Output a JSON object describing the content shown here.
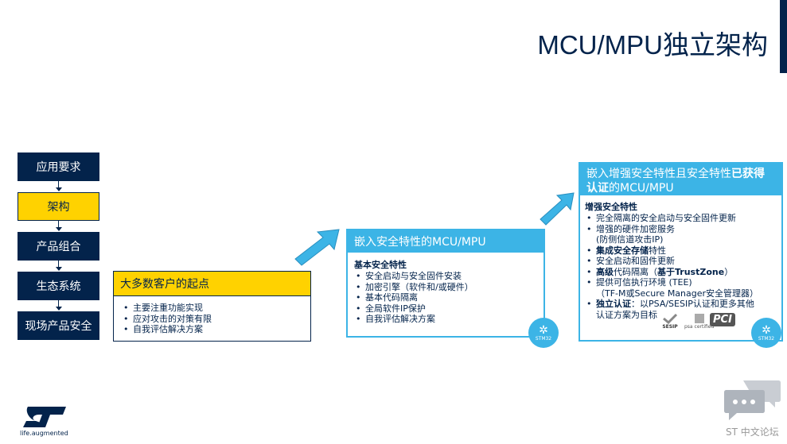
{
  "slide": {
    "title": "MCU/MPU独立架构"
  },
  "steps": [
    {
      "label": "应用要求",
      "active": false
    },
    {
      "label": "架构",
      "active": true
    },
    {
      "label": "产品组合",
      "active": false
    },
    {
      "label": "生态系统",
      "active": false
    },
    {
      "label": "现场产品安全",
      "active": false
    }
  ],
  "box_start": {
    "header": "大多数客户的起点",
    "items": [
      "主要注重功能实现",
      "应对攻击的对策有限",
      "自我评估解决方案"
    ]
  },
  "box_mcu": {
    "header": "嵌入安全特性的MCU/MPU",
    "subtitle": "基本安全特性",
    "items": [
      "安全启动与安全固件安装",
      "加密引擎（软件和/或硬件）",
      "基本代码隔离",
      "全局软件IP保护",
      "自我评估解决方案"
    ],
    "badge": "STM32"
  },
  "box_certified": {
    "header_plain": "嵌入增强安全特性且安全特性",
    "header_bold": "已获得认证",
    "header_tail": "的MCU/MPU",
    "subtitle": "增强安全特性",
    "item1": "完全隔离的安全启动与安全固件更新",
    "item2": "增强的硬件加密服务",
    "item2_cont": "(防侧信道攻击IP)",
    "item3_bold": "集成安全存储",
    "item3_tail": "特性",
    "item4": "安全启动和固件更新",
    "item5_bold1": "高级",
    "item5_mid": "代码隔离（",
    "item5_bold2": "基于TrustZone",
    "item5_end": "）",
    "item6": "提供可信执行环境 (TEE)",
    "item6_cont": "（TF-M或Secure Manager安全管理器）",
    "item7_bold": "独立认证",
    "item7_tail": "：以PSA/SESIP认证和更多其他",
    "item7_cont": "认证方案为目标",
    "cert_sesip": "SESIP",
    "cert_psa": "psa certified",
    "cert_pci": "PCI",
    "badge": "STM32"
  },
  "footer": {
    "tagline": "life.augmented",
    "forum": "ST 中文论坛"
  },
  "colors": {
    "navy": "#03234b",
    "yellow": "#ffd200",
    "light_blue": "#3cb4e6"
  }
}
